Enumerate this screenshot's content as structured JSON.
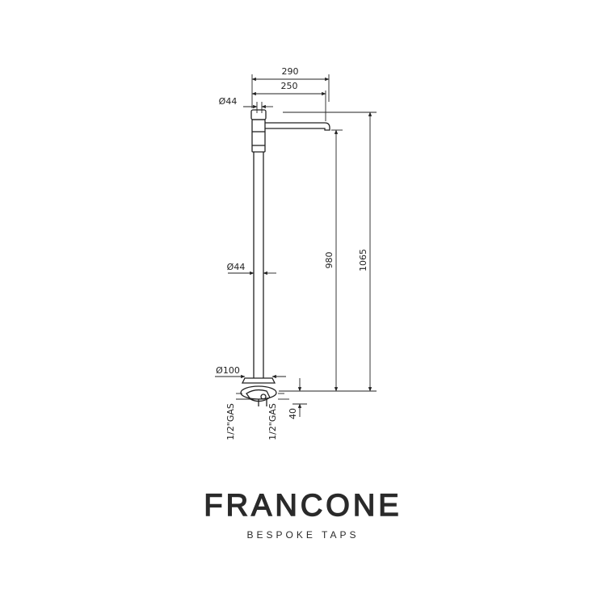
{
  "dimensions": {
    "width_290": "290",
    "width_250": "250",
    "diameter_top": "Ø44",
    "diameter_pipe": "Ø44",
    "diameter_base": "Ø100",
    "height_980": "980",
    "height_1065": "1065",
    "depth_40": "40",
    "connection_left": "1/2\"GAS",
    "connection_right": "1/2\"GAS"
  },
  "brand": {
    "name": "FRANCONE",
    "tagline": "BESPOKE TAPS"
  },
  "colors": {
    "line": "#222222",
    "background": "#ffffff"
  }
}
